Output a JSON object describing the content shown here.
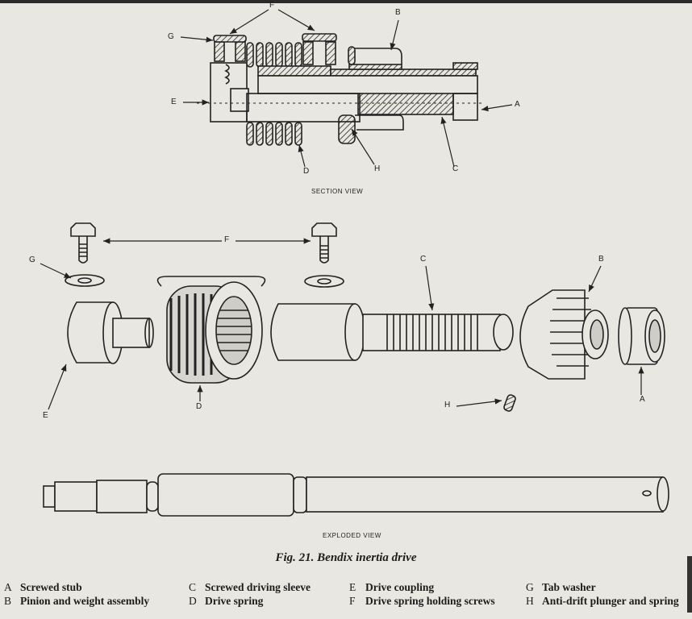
{
  "section_view": {
    "title": "SECTION VIEW",
    "labels": {
      "F": "F",
      "G": "G",
      "B": "B",
      "E": "E",
      "A": "A",
      "D": "D",
      "H": "H",
      "C": "C"
    }
  },
  "exploded_view": {
    "title": "EXPLODED VIEW",
    "labels": {
      "F": "F",
      "G": "G",
      "C": "C",
      "B": "B",
      "E": "E",
      "D": "D",
      "H": "H",
      "A": "A"
    }
  },
  "caption": "Fig. 21. Bendix inertia drive",
  "legend": [
    {
      "key": "A",
      "text": "Screwed stub"
    },
    {
      "key": "B",
      "text": "Pinion and weight assembly"
    },
    {
      "key": "C",
      "text": "Screwed driving sleeve"
    },
    {
      "key": "D",
      "text": "Drive spring"
    },
    {
      "key": "E",
      "text": "Drive coupling"
    },
    {
      "key": "F",
      "text": "Drive spring holding screws"
    },
    {
      "key": "G",
      "text": "Tab washer"
    },
    {
      "key": "H",
      "text": "Anti-drift plunger and spring"
    }
  ],
  "colors": {
    "paper": "#e9e7e1",
    "ink": "#1c1c1c"
  }
}
